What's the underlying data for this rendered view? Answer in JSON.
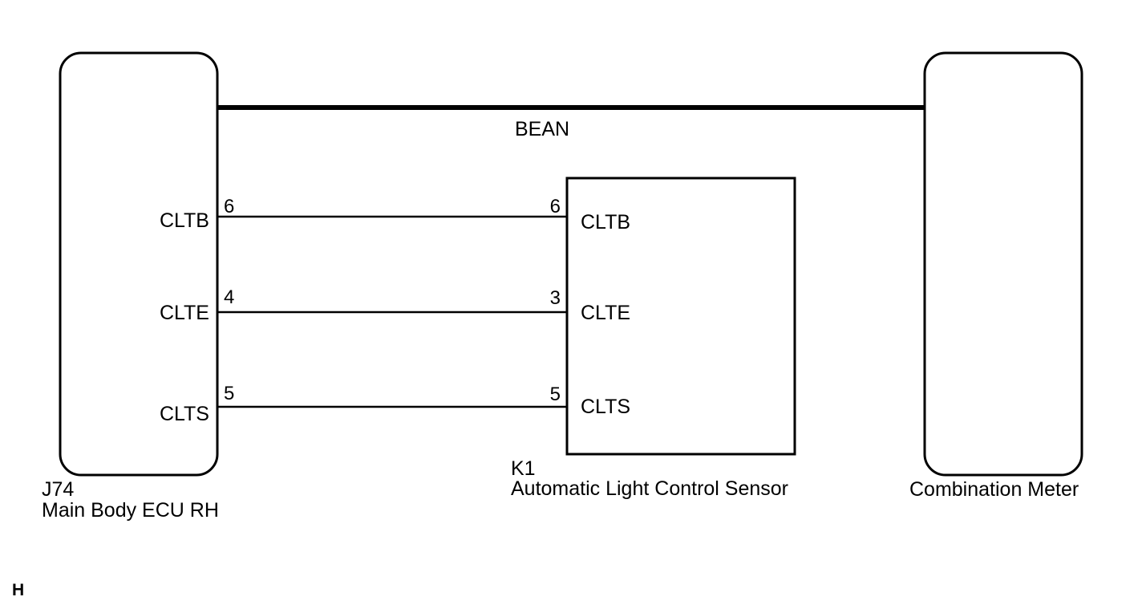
{
  "colors": {
    "line": "#000000",
    "background": "#ffffff"
  },
  "bus_label": "BEAN",
  "ecu": {
    "code": "J74",
    "name": "Main Body ECU RH",
    "pins": [
      {
        "signal": "CLTB",
        "number": "6"
      },
      {
        "signal": "CLTE",
        "number": "4"
      },
      {
        "signal": "CLTS",
        "number": "5"
      }
    ]
  },
  "sensor": {
    "code": "K1",
    "name": "Automatic Light Control Sensor",
    "pins": [
      {
        "signal": "CLTB",
        "number": "6"
      },
      {
        "signal": "CLTE",
        "number": "3"
      },
      {
        "signal": "CLTS",
        "number": "5"
      }
    ]
  },
  "meter": {
    "name": "Combination Meter"
  },
  "footer_code": "H"
}
